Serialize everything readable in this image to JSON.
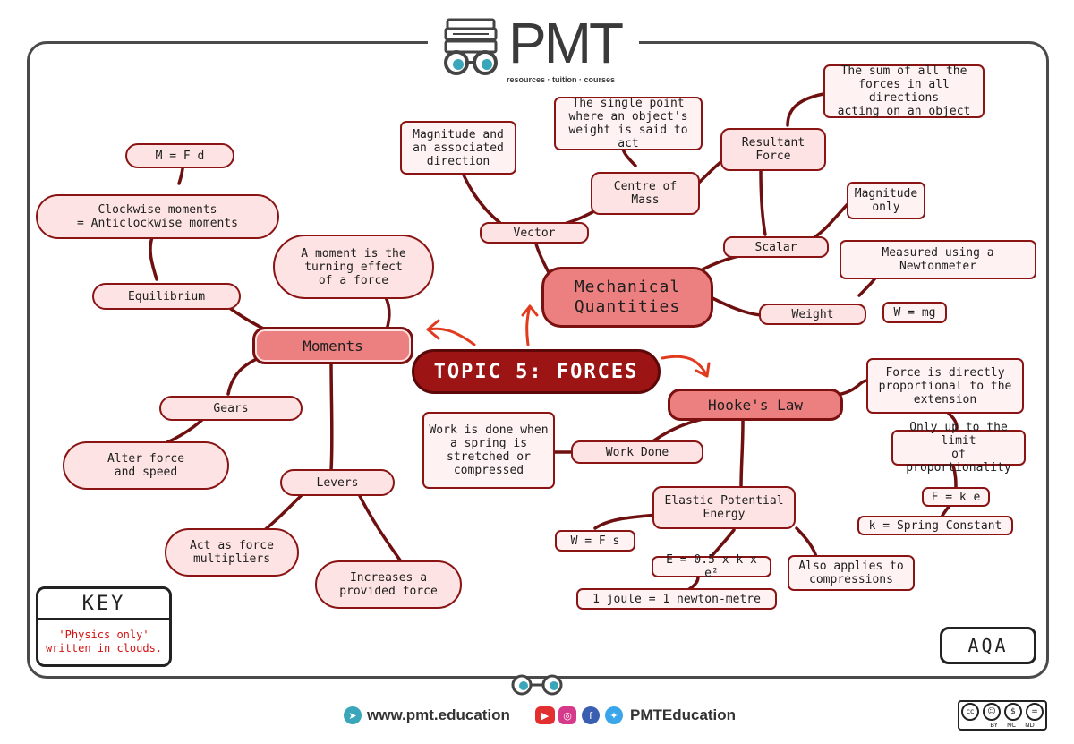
{
  "brand": {
    "name": "PMT",
    "tagline": "resources · tuition · courses",
    "website": "www.pmt.education",
    "social_handle": "PMTEducation",
    "accent": "#9c1414",
    "teal": "#3aa6b9"
  },
  "diagram": {
    "topic": "TOPIC 5: FORCES",
    "hubs": {
      "mechanical": "Mechanical\nQuantities",
      "moments": "Moments",
      "hookes": "Hooke's Law"
    },
    "mechanical": {
      "vector": "Vector",
      "vector_def": "Magnitude and\nan associated\ndirection",
      "centre_of_mass": "Centre of\nMass",
      "centre_of_mass_def": "The single point\nwhere an object's\nweight is said to act",
      "resultant_force": "Resultant\nForce",
      "resultant_force_def": "The sum of all the\nforces in all directions\nacting on an object",
      "scalar": "Scalar",
      "scalar_def": "Magnitude\nonly",
      "weight": "Weight",
      "weight_def": "Measured using a\nNewtonmeter",
      "weight_equation": "W = mg"
    },
    "moments": {
      "equation": "M = F d",
      "principle": "Clockwise moments\n= Anticlockwise moments",
      "definition": "A moment is the\nturning effect\nof a force",
      "equilibrium": "Equilibrium",
      "gears": "Gears",
      "gears_def": "Alter force\nand speed",
      "levers": "Levers",
      "levers_def_1": "Act as force\nmultipliers",
      "levers_def_2": "Increases a\nprovided force"
    },
    "hookes": {
      "definition": "Force is directly\nproportional to the\nextension",
      "limit": "Only up to the limit\nof proportionality",
      "equation": "F = k e",
      "constant": "k = Spring Constant",
      "work_done": "Work Done",
      "work_done_def": "Work is done when\na spring is\nstretched or\ncompressed",
      "epe": "Elastic Potential\nEnergy",
      "work_equation": "W = F s",
      "epe_equation": "E = 0.5 x k x e²",
      "joule": "1 joule = 1 newton-metre",
      "compressions": "Also applies to\ncompressions"
    }
  },
  "key": {
    "title": "KEY",
    "note": "'Physics only'\nwritten in clouds."
  },
  "exam_board": "AQA",
  "license": {
    "badges": [
      "BY",
      "NC",
      "ND"
    ]
  }
}
